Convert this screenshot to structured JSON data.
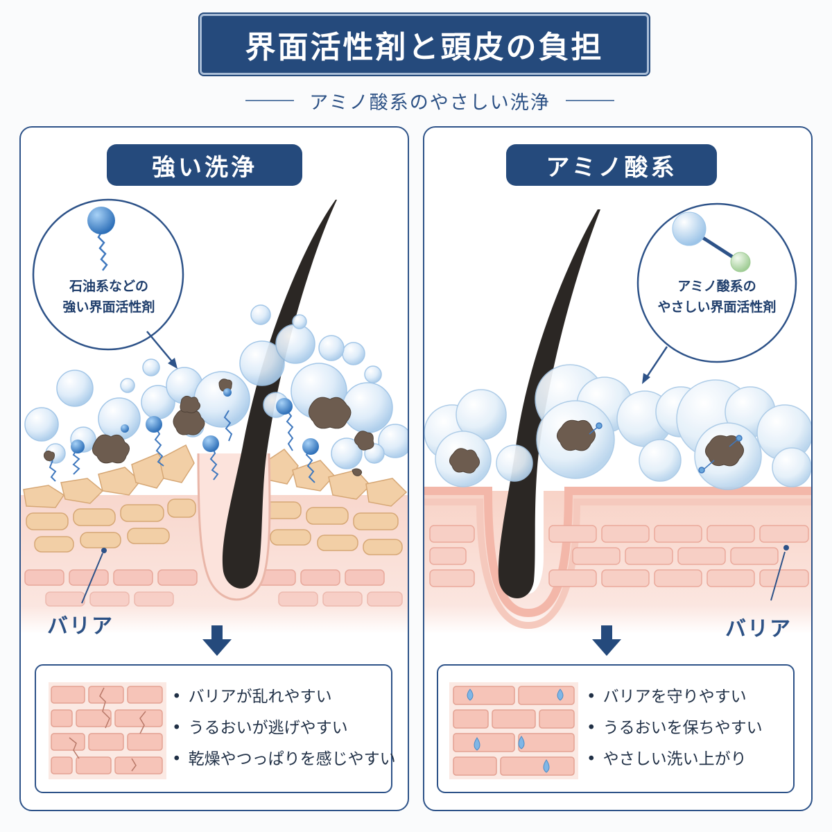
{
  "title": "界面活性剤と頭皮の負担",
  "subtitle": "アミノ酸系のやさしい洗浄",
  "left_panel": {
    "label": "強い洗浄",
    "callout_line1": "石油系などの",
    "callout_line2": "強い界面活性剤",
    "barrier_label": "バリア",
    "results": [
      "バリアが乱れやすい",
      "うるおいが逃げやすい",
      "乾燥やつっぱりを感じやすい"
    ]
  },
  "right_panel": {
    "label": "アミノ酸系",
    "callout_line1": "アミノ酸系の",
    "callout_line2": "やさしい界面活性剤",
    "barrier_label": "バリア",
    "results": [
      "バリアを守りやすい",
      "うるおいを保ちやすい",
      "やさしい洗い上がり"
    ]
  },
  "colors": {
    "navy": "#254a7c",
    "skin_pink": "#f6c9be",
    "cell_tan": "#f2cfa6",
    "bubble_blue": "#cfe4f7",
    "molecule_blue": "#3f86cf",
    "hair": "#2b2724"
  }
}
